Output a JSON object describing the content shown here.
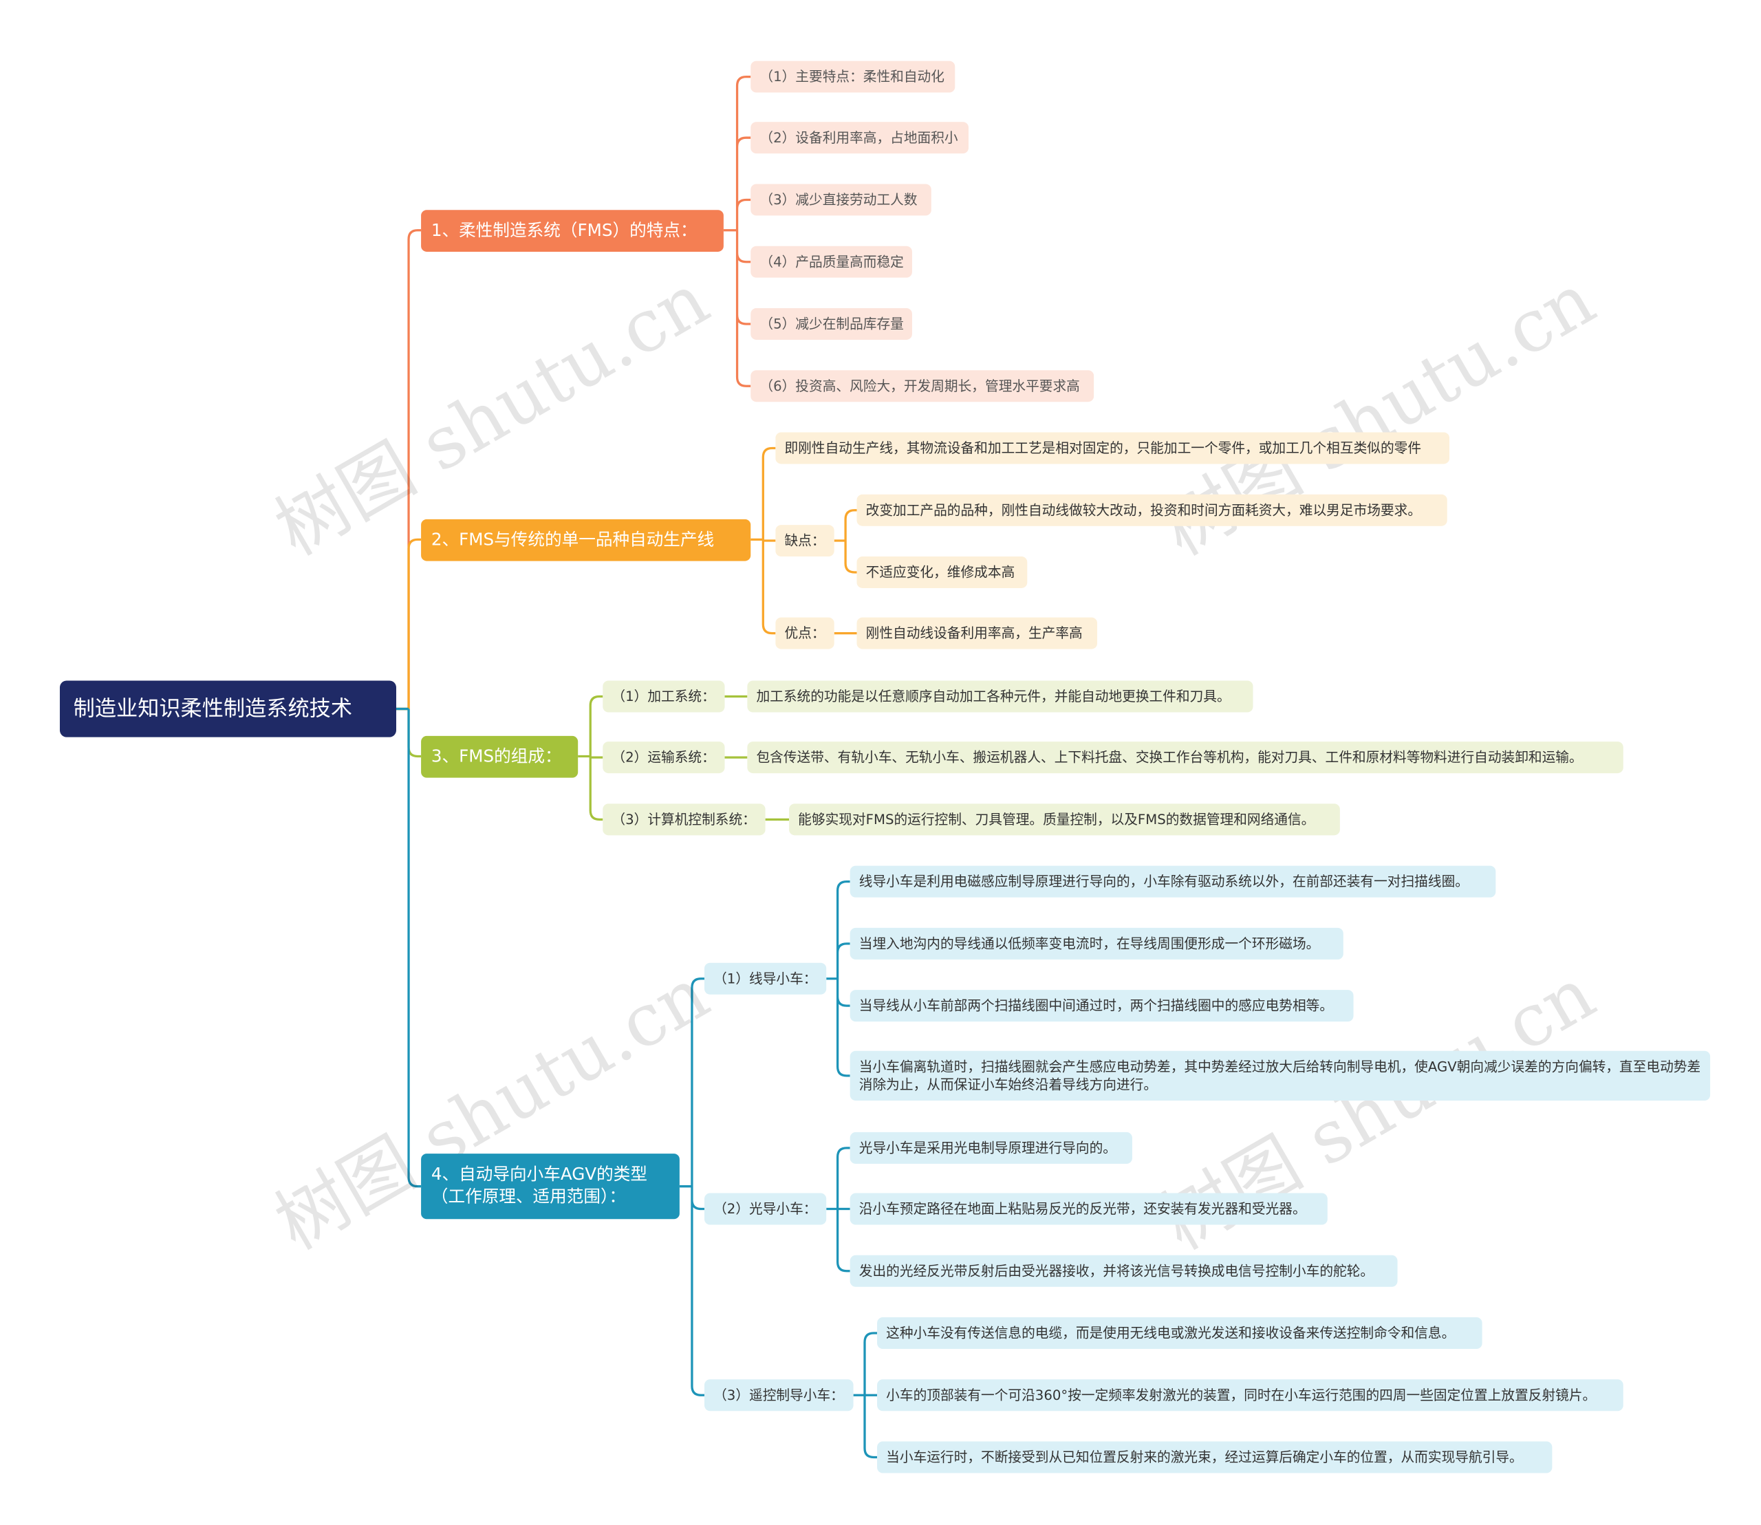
{
  "root": "制造业知识柔性制造系统技术",
  "branches": [
    {
      "label": "1、柔性制造系统（FMS）的特点：",
      "color": "#f47f53",
      "items": [
        "（1）主要特点：柔性和自动化",
        "（2）设备利用率高，占地面积小",
        "（3）减少直接劳动工人数",
        "（4）产品质量高而稳定",
        "（5）减少在制品库存量",
        "（6）投资高、风险大，开发周期长，管理水平要求高"
      ]
    },
    {
      "label": "2、FMS与传统的单一品种自动生产线",
      "color": "#f9a62b",
      "items": [
        {
          "text": "即刚性自动生产线，其物流设备和加工工艺是相对固定的，只能加工一个零件，或加工几个相互类似的零件"
        },
        {
          "text": "缺点：",
          "children": [
            "改变加工产品的品种，刚性自动线做较大改动，投资和时间方面耗资大，难以男足市场要求。",
            "不适应变化，维修成本高"
          ]
        },
        {
          "text": "优点：",
          "children": [
            "刚性自动线设备利用率高，生产率高"
          ]
        }
      ]
    },
    {
      "label": "3、FMS的组成：",
      "color": "#a5c23b",
      "items": [
        {
          "text": "（1）加工系统：",
          "children": [
            "加工系统的功能是以任意顺序自动加工各种元件，并能自动地更换工件和刀具。"
          ]
        },
        {
          "text": "（2）运输系统：",
          "children": [
            "包含传送带、有轨小车、无轨小车、搬运机器人、上下料托盘、交换工作台等机构，能对刀具、工件和原材料等物料进行自动装卸和运输。"
          ]
        },
        {
          "text": "（3）计算机控制系统：",
          "children": [
            "能够实现对FMS的运行控制、刀具管理。质量控制，以及FMS的数据管理和网络通信。"
          ]
        }
      ]
    },
    {
      "label_line1": "4、自动导向小车AGV的类型",
      "label_line2": "（工作原理、适用范围）：",
      "color": "#1d94b8",
      "items": [
        {
          "text": "（1）线导小车：",
          "children": [
            "线导小车是利用电磁感应制导原理进行导向的，小车除有驱动系统以外，在前部还装有一对扫描线圈。",
            "当埋入地沟内的导线通以低频率变电流时，在导线周围便形成一个环形磁场。",
            "当导线从小车前部两个扫描线圈中间通过时，两个扫描线圈中的感应电势相等。",
            "当小车偏离轨道时，扫描线圈就会产生感应电动势差，其中势差经过放大后给转向制导电机，使AGV朝向减少误差的方向偏转，直至电动势差消除为止，从而保证小车始终沿着导线方向进行。"
          ]
        },
        {
          "text": "（2）光导小车：",
          "children": [
            "光导小车是采用光电制导原理进行导向的。",
            "沿小车预定路径在地面上粘贴易反光的反光带，还安装有发光器和受光器。",
            "发出的光经反光带反射后由受光器接收，并将该光信号转换成电信号控制小车的舵轮。"
          ]
        },
        {
          "text": "（3）遥控制导小车：",
          "children": [
            "这种小车没有传送信息的电缆，而是使用无线电或激光发送和接收设备来传送控制命令和信息。",
            "小车的顶部装有一个可沿360°按一定频率发射激光的装置，同时在小车运行范围的四周一些固定位置上放置反射镜片。",
            "当小车运行时，不断接受到从已知位置反射来的激光束，经过运算后确定小车的位置，从而实现导航引导。"
          ]
        }
      ]
    }
  ],
  "watermark": "树图 shutu.cn"
}
